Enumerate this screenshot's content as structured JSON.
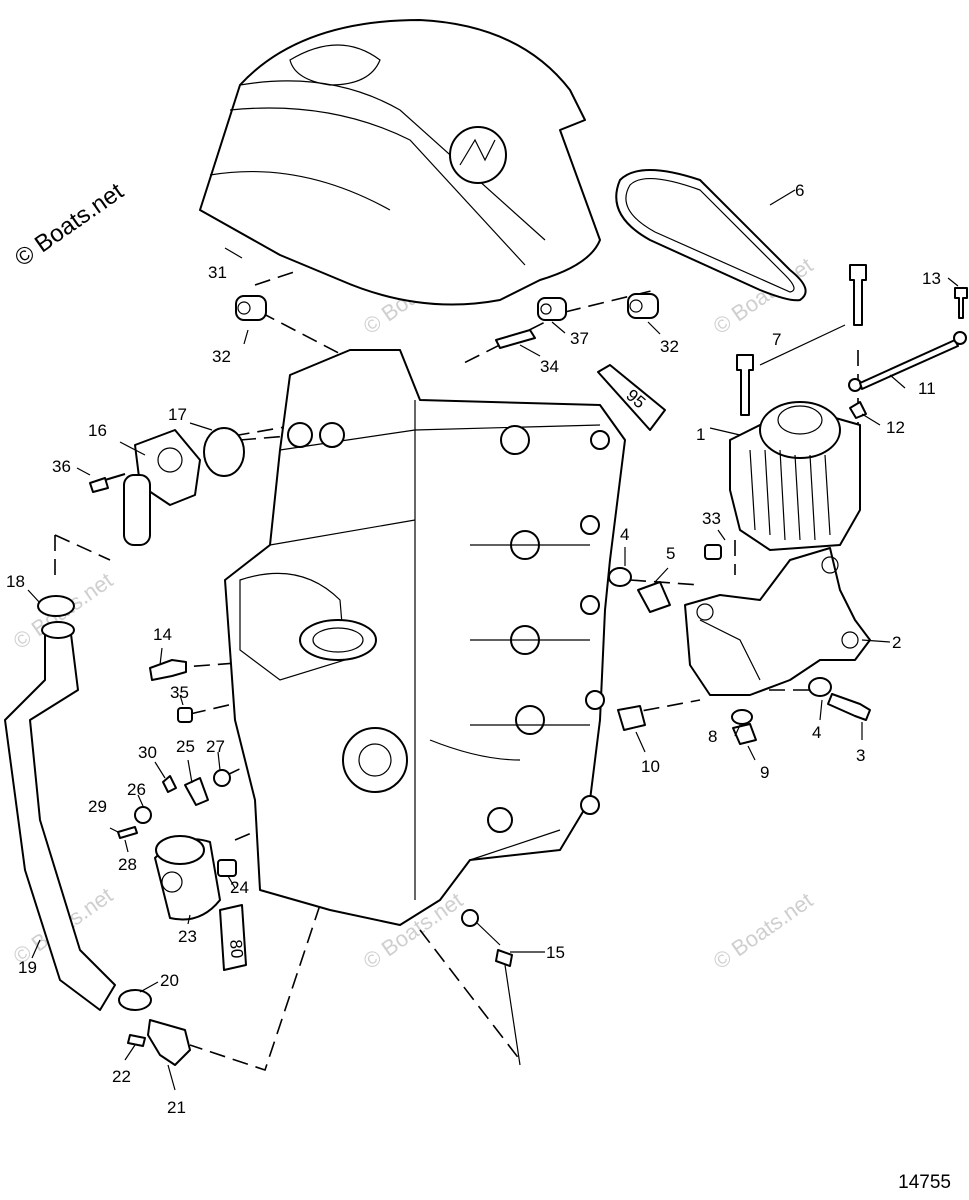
{
  "copyright": "© Boats.net",
  "watermark": "© Boats.net",
  "drawing_number": "14755",
  "tube_labels": [
    "95",
    "80"
  ],
  "callouts": [
    {
      "id": "c1",
      "text": "1"
    },
    {
      "id": "c2",
      "text": "2"
    },
    {
      "id": "c3",
      "text": "3"
    },
    {
      "id": "c4a",
      "text": "4"
    },
    {
      "id": "c4b",
      "text": "4"
    },
    {
      "id": "c5",
      "text": "5"
    },
    {
      "id": "c6",
      "text": "6"
    },
    {
      "id": "c7",
      "text": "7"
    },
    {
      "id": "c8",
      "text": "8"
    },
    {
      "id": "c9",
      "text": "9"
    },
    {
      "id": "c10",
      "text": "10"
    },
    {
      "id": "c11",
      "text": "11"
    },
    {
      "id": "c12",
      "text": "12"
    },
    {
      "id": "c13",
      "text": "13"
    },
    {
      "id": "c14",
      "text": "14"
    },
    {
      "id": "c15",
      "text": "15"
    },
    {
      "id": "c16",
      "text": "16"
    },
    {
      "id": "c17",
      "text": "17"
    },
    {
      "id": "c18",
      "text": "18"
    },
    {
      "id": "c19",
      "text": "19"
    },
    {
      "id": "c20",
      "text": "20"
    },
    {
      "id": "c21",
      "text": "21"
    },
    {
      "id": "c22",
      "text": "22"
    },
    {
      "id": "c23",
      "text": "23"
    },
    {
      "id": "c24",
      "text": "24"
    },
    {
      "id": "c25",
      "text": "25"
    },
    {
      "id": "c26",
      "text": "26"
    },
    {
      "id": "c27",
      "text": "27"
    },
    {
      "id": "c28",
      "text": "28"
    },
    {
      "id": "c29",
      "text": "29"
    },
    {
      "id": "c30",
      "text": "30"
    },
    {
      "id": "c31",
      "text": "31"
    },
    {
      "id": "c32a",
      "text": "32"
    },
    {
      "id": "c32b",
      "text": "32"
    },
    {
      "id": "c33",
      "text": "33"
    },
    {
      "id": "c34",
      "text": "34"
    },
    {
      "id": "c35",
      "text": "35"
    },
    {
      "id": "c36",
      "text": "36"
    },
    {
      "id": "c37",
      "text": "37"
    }
  ]
}
